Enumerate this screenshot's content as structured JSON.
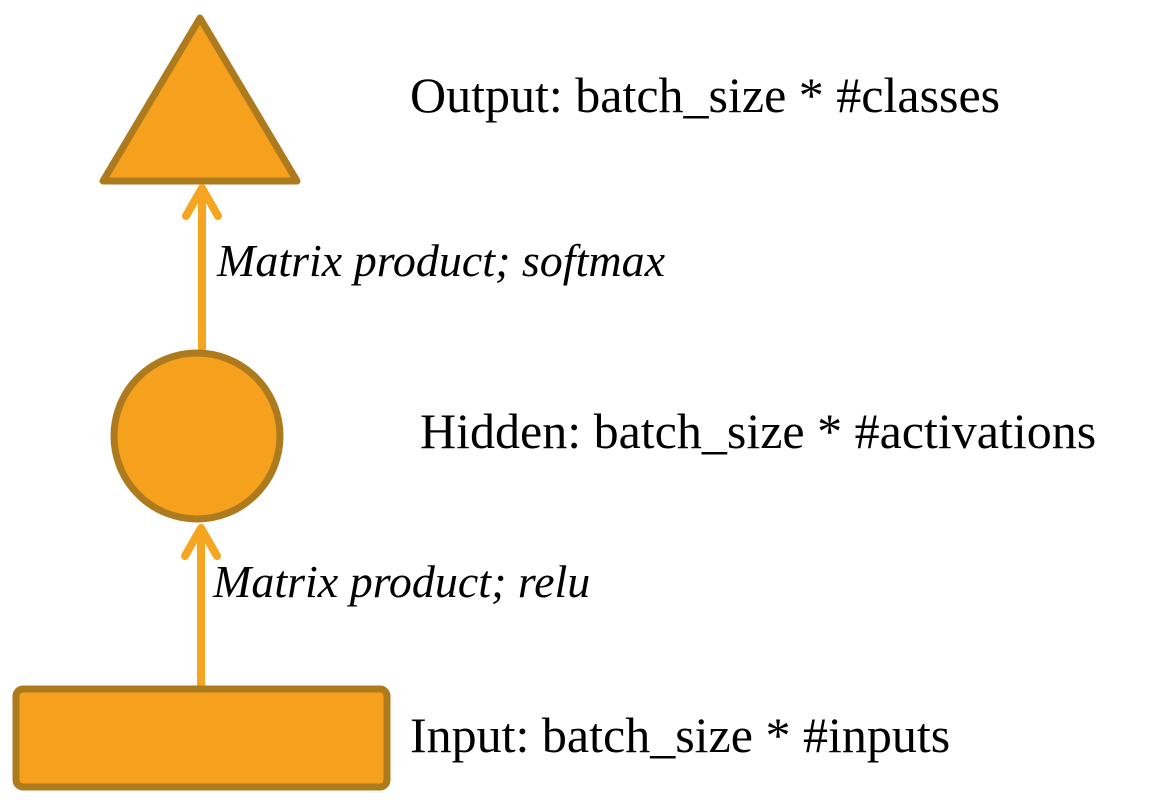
{
  "diagram": {
    "type": "flow-diagram",
    "description": "Feed-forward neural network data flow: input layer to hidden layer to output layer",
    "colors": {
      "shape_fill": "#F5A11E",
      "shape_stroke": "#AE7A1E",
      "arrow": "#F6A521",
      "background": "#FFFFFF",
      "text": "#000000"
    },
    "nodes": [
      {
        "id": "output",
        "shape": "triangle",
        "label": "Output: batch_size * #classes"
      },
      {
        "id": "hidden",
        "shape": "circle",
        "label": "Hidden: batch_size * #activations"
      },
      {
        "id": "input",
        "shape": "rectangle",
        "label": "Input: batch_size * #inputs"
      }
    ],
    "edges": [
      {
        "from": "hidden",
        "to": "output",
        "direction": "up",
        "label": "Matrix product; softmax"
      },
      {
        "from": "input",
        "to": "hidden",
        "direction": "up",
        "label": "Matrix product; relu"
      }
    ]
  }
}
